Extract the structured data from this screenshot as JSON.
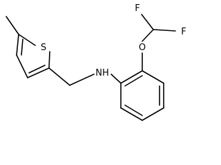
{
  "molecule": {
    "atoms": {
      "sulfur": "S",
      "amine": "NH",
      "oxygen": "O",
      "fluorine_1": "F",
      "fluorine_2": "F"
    },
    "colors": {
      "bond": "#000000",
      "label": "#000000",
      "background": "#ffffff"
    }
  }
}
